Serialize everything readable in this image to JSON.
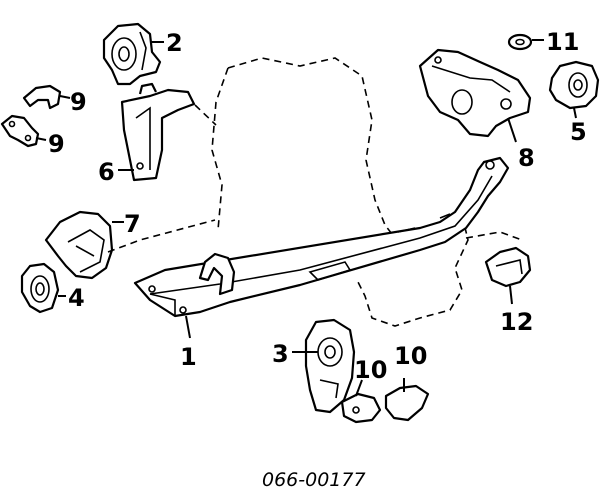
{
  "callouts": {
    "c1": "1",
    "c2": "2",
    "c3": "3",
    "c4": "4",
    "c5": "5",
    "c6": "6",
    "c7": "7",
    "c8": "8",
    "c9a": "9",
    "c9b": "9",
    "c10a": "10",
    "c10b": "10",
    "c11": "11",
    "c12": "12"
  },
  "caption": "066-00177"
}
